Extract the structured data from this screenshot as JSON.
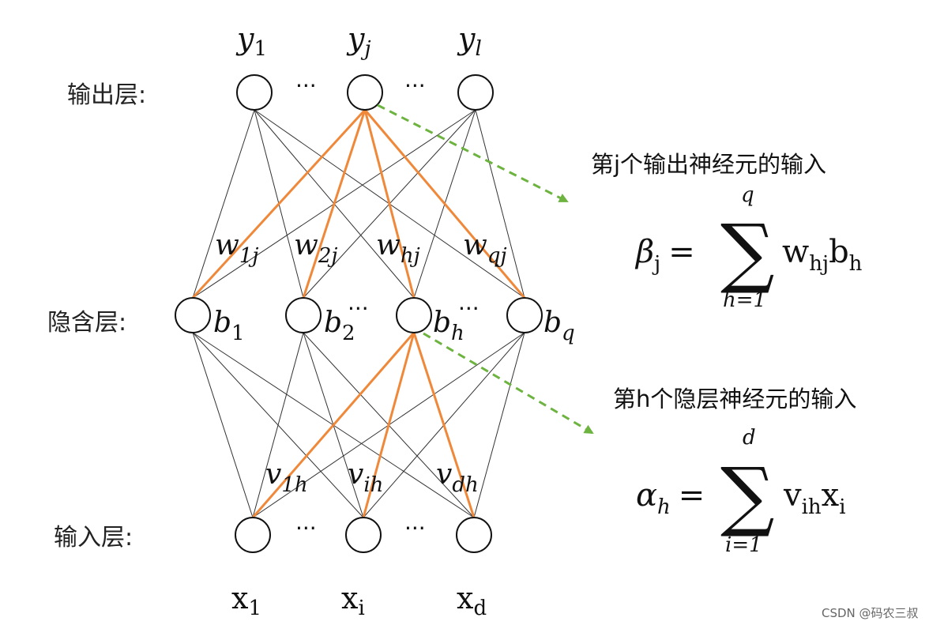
{
  "layers": {
    "output_label": "输出层:",
    "hidden_label": "隐含层:",
    "input_label": "输入层:"
  },
  "output_nodes": [
    {
      "base": "y",
      "sub": "1"
    },
    {
      "base": "y",
      "sub": "j"
    },
    {
      "base": "y",
      "sub": "l"
    }
  ],
  "hidden_nodes": [
    {
      "base": "b",
      "sub": "1"
    },
    {
      "base": "b",
      "sub": "2"
    },
    {
      "base": "b",
      "sub": "h"
    },
    {
      "base": "b",
      "sub": "q"
    }
  ],
  "input_nodes": [
    {
      "base": "x",
      "sub": "1"
    },
    {
      "base": "x",
      "sub": "i"
    },
    {
      "base": "x",
      "sub": "d"
    }
  ],
  "ellipsis": "···",
  "output_weights": [
    {
      "base": "w",
      "sub": "1j"
    },
    {
      "base": "w",
      "sub": "2j"
    },
    {
      "base": "w",
      "sub": "hj"
    },
    {
      "base": "w",
      "sub": "qj"
    }
  ],
  "hidden_weights": [
    {
      "base": "v",
      "sub": "1h"
    },
    {
      "base": "v",
      "sub": "ih"
    },
    {
      "base": "v",
      "sub": "dh"
    }
  ],
  "annotations": {
    "output_caption": "第j个输出神经元的输入",
    "output_formula": {
      "lhs": "β",
      "lhs_sub": "j",
      "eq": "=",
      "sigma": "∑",
      "upper": "q",
      "lower": "h=1",
      "term1": "w",
      "term1_sub": "hj",
      "term2": "b",
      "term2_sub": "h"
    },
    "hidden_caption": "第h个隐层神经元的输入",
    "hidden_formula": {
      "lhs": "α",
      "lhs_sub": "h",
      "eq": "=",
      "sigma": "∑",
      "upper": "d",
      "lower": "i=1",
      "term1": "v",
      "term1_sub": "ih",
      "term2": "x",
      "term2_sub": "i"
    }
  },
  "colors": {
    "highlight": "#f0883a",
    "arrow": "#6db33f",
    "edge": "#333333"
  },
  "watermark": "CSDN @码农三叔"
}
